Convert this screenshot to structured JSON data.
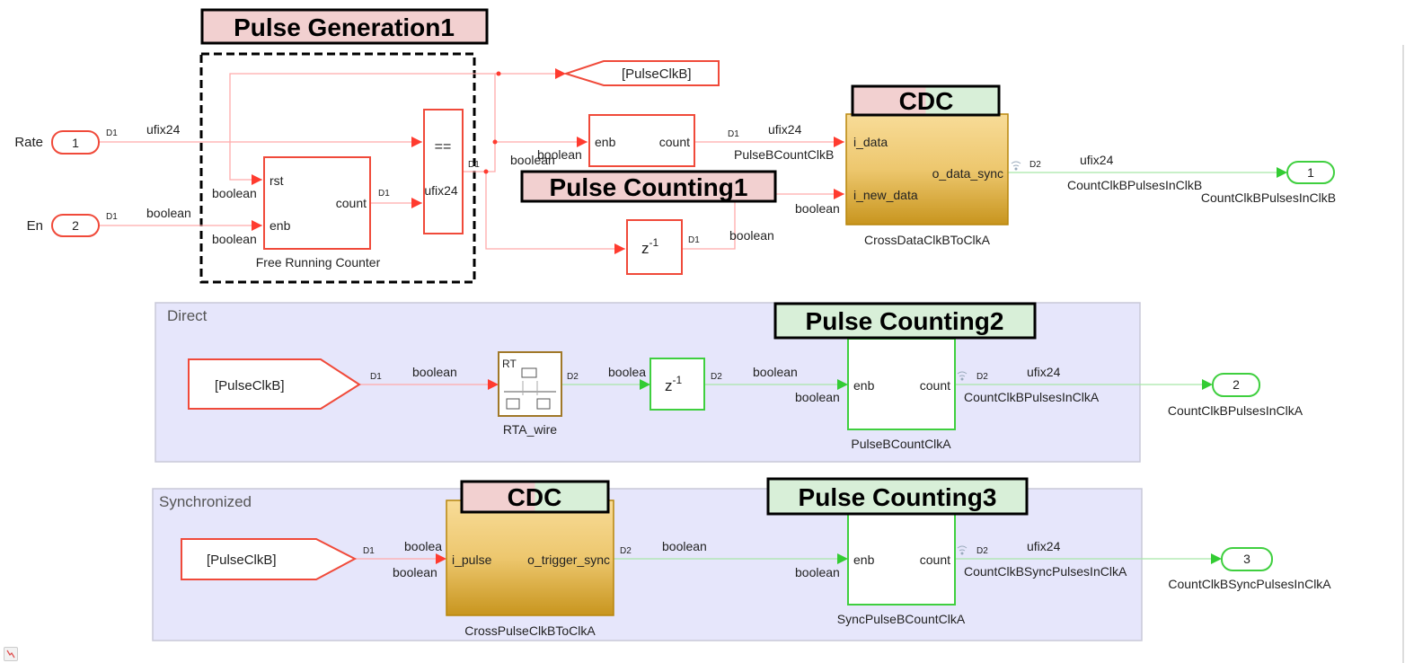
{
  "annotations": {
    "pulse_generation": "Pulse Generation1",
    "pulse_counting_1": "Pulse Counting1",
    "pulse_counting_2": "Pulse Counting2",
    "pulse_counting_3": "Pulse Counting3",
    "cdc_1": "CDC",
    "cdc_2": "CDC"
  },
  "areas": {
    "direct": "Direct",
    "synchronized": "Synchronized"
  },
  "inports": [
    {
      "name": "Rate",
      "number": "1"
    },
    {
      "name": "En",
      "number": "2"
    }
  ],
  "outports": [
    {
      "name": "CountClkBPulsesInClkB",
      "number": "1"
    },
    {
      "name": "CountClkBPulsesInClkA",
      "number": "2"
    },
    {
      "name": "CountClkBSyncPulsesInClkA",
      "number": "3"
    }
  ],
  "blocks": {
    "free_running_counter": {
      "name": "Free Running Counter",
      "in1": "rst",
      "in2": "enb",
      "out": "count"
    },
    "compare": {
      "symbol": "==",
      "type": "ufix24"
    },
    "goto": {
      "tag": "[PulseClkB]"
    },
    "pulse_count_b": {
      "in": "enb",
      "out": "count"
    },
    "delay": {
      "symbol": "z",
      "exp": "-1"
    },
    "cross_data": {
      "name": "CrossDataClkBToClkA",
      "in1": "i_data",
      "in2": "i_new_data",
      "out": "o_data_sync"
    },
    "from_direct": {
      "tag": "[PulseClkB]"
    },
    "rta_wire": {
      "name": "RTA_wire",
      "glyph": "RT"
    },
    "pulse_count_a": {
      "name": "PulseBCountClkA",
      "in": "enb",
      "out": "count"
    },
    "from_sync": {
      "tag": "[PulseClkB]"
    },
    "cross_pulse": {
      "name": "CrossPulseClkBToClkA",
      "in": "i_pulse",
      "out": "o_trigger_sync"
    },
    "sync_pulse_count_a": {
      "name": "SyncPulseBCountClkA",
      "in": "enb",
      "out": "count"
    }
  },
  "signals": {
    "d1": "D1",
    "d2": "D2",
    "ufix24": "ufix24",
    "boolean": "boolean",
    "boolea": "boolea",
    "pulse_b_count_clk_b": "PulseBCountClkB",
    "count_b_in_b": "CountClkBPulsesInClkB",
    "count_b_in_a": "CountClkBPulsesInClkA",
    "count_b_sync_in_a": "CountClkBSyncPulsesInClkA"
  },
  "colors": {
    "clock_b": "#f04a3a",
    "clock_a": "#3fcf3f",
    "cdc_block": "#e0b050",
    "area_fill": "#e6e6fb",
    "label_pink": "#f2d0d0",
    "label_green": "#d8efd8"
  }
}
